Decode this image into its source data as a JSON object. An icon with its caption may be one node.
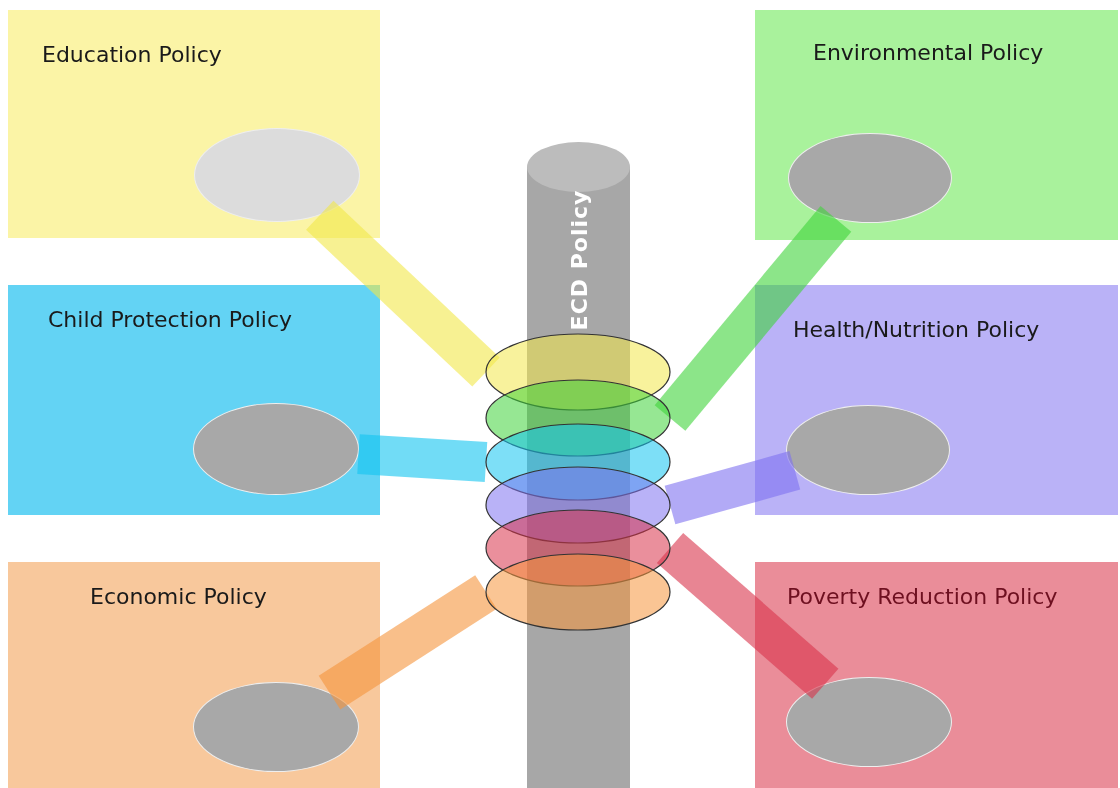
{
  "diagram": {
    "nodes": [
      {
        "text": [
          "Education Policy"
        ]
      },
      {
        "text": [],
        "shape": "ellipse",
        "in": 0
      },
      {
        "text": [
          "Environmental Policy"
        ]
      },
      {
        "text": [],
        "shape": "ellipse",
        "in": 2
      },
      {
        "text": [
          "Child Protection Policy"
        ]
      },
      {
        "text": [],
        "shape": "ellipse",
        "in": 4
      },
      {
        "text": [
          "Health/Nutrition Policy"
        ]
      },
      {
        "text": [],
        "shape": "ellipse",
        "in": 6
      },
      {
        "text": [
          "Economic Policy"
        ]
      },
      {
        "text": [],
        "shape": "ellipse",
        "in": 8
      },
      {
        "text": [
          "Poverty Reduction Policy"
        ]
      },
      {
        "text": [],
        "shape": "ellipse",
        "in": 10
      },
      {
        "text": [
          "ECD Policy"
        ]
      },
      {
        "text": [],
        "shape": "ring"
      },
      {
        "text": [],
        "shape": "ring"
      },
      {
        "text": [],
        "shape": "ring"
      },
      {
        "text": [],
        "shape": "ring"
      },
      {
        "text": [],
        "shape": "ring"
      },
      {
        "text": [],
        "shape": "ring"
      }
    ],
    "edges": [
      {
        "from": 1,
        "to": 13,
        "arrow": "none",
        "color": "#f2e84a"
      },
      {
        "from": 3,
        "to": 14,
        "arrow": "none",
        "color": "#3fd43a"
      },
      {
        "from": 5,
        "to": 15,
        "arrow": "none",
        "color": "#12c4f0"
      },
      {
        "from": 7,
        "to": 16,
        "arrow": "none",
        "color": "#7f72f0"
      },
      {
        "from": 9,
        "to": 18,
        "arrow": "none",
        "color": "#f5953c"
      },
      {
        "from": 11,
        "to": 17,
        "arrow": "none",
        "color": "#d9334b"
      }
    ]
  }
}
